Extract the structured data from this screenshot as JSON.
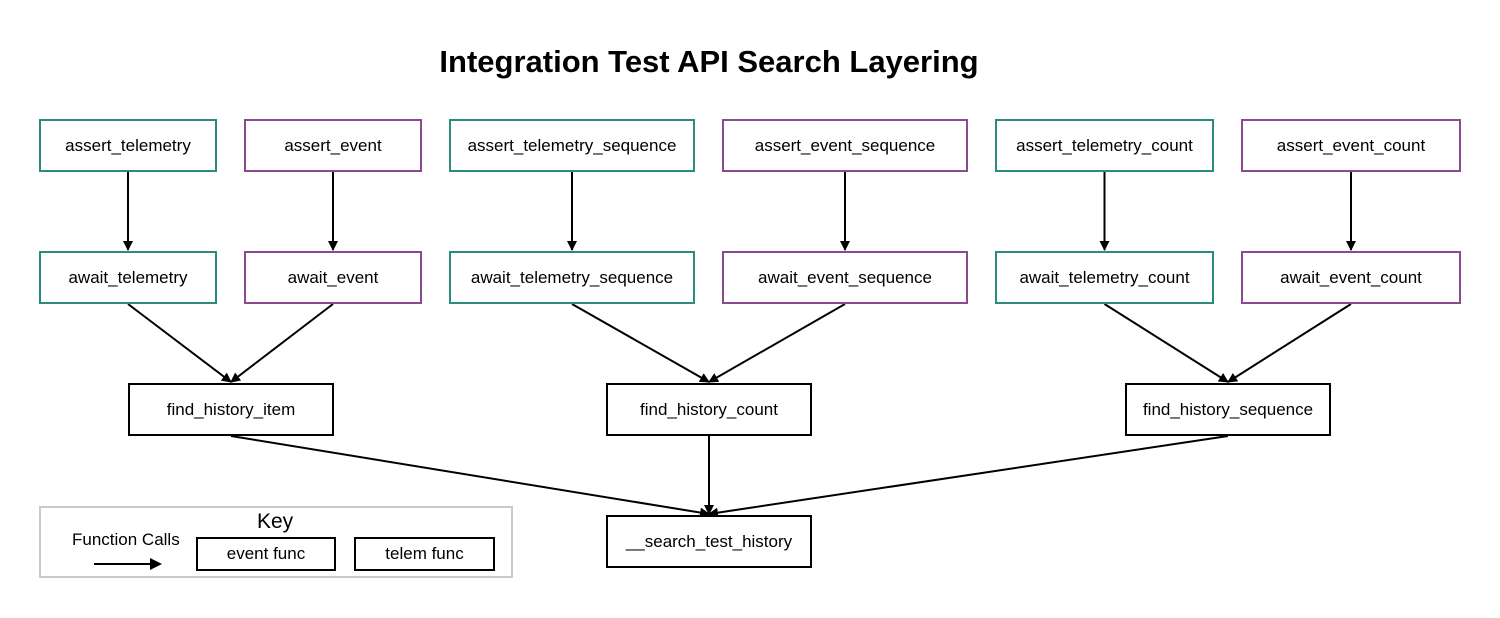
{
  "title": "Integration Test API Search Layering",
  "colors": {
    "telem": "#2a8c7a",
    "event": "#8a4a8f",
    "plain": "#000000",
    "key_border": "#c9c9c9"
  },
  "nodes": {
    "assert_telemetry": "assert_telemetry",
    "assert_event": "assert_event",
    "assert_telemetry_sequence": "assert_telemetry_sequence",
    "assert_event_sequence": "assert_event_sequence",
    "assert_telemetry_count": "assert_telemetry_count",
    "assert_event_count": "assert_event_count",
    "await_telemetry": "await_telemetry",
    "await_event": "await_event",
    "await_telemetry_sequence": "await_telemetry_sequence",
    "await_event_sequence": "await_event_sequence",
    "await_telemetry_count": "await_telemetry_count",
    "await_event_count": "await_event_count",
    "find_history_item": "find_history_item",
    "find_history_count": "find_history_count",
    "find_history_sequence": "find_history_sequence",
    "search_test_history": "__search_test_history"
  },
  "edges": [
    [
      "assert_telemetry",
      "await_telemetry"
    ],
    [
      "assert_event",
      "await_event"
    ],
    [
      "assert_telemetry_sequence",
      "await_telemetry_sequence"
    ],
    [
      "assert_event_sequence",
      "await_event_sequence"
    ],
    [
      "assert_telemetry_count",
      "await_telemetry_count"
    ],
    [
      "assert_event_count",
      "await_event_count"
    ],
    [
      "await_telemetry",
      "find_history_item"
    ],
    [
      "await_event",
      "find_history_item"
    ],
    [
      "await_telemetry_sequence",
      "find_history_count"
    ],
    [
      "await_event_sequence",
      "find_history_count"
    ],
    [
      "await_telemetry_count",
      "find_history_sequence"
    ],
    [
      "await_event_count",
      "find_history_sequence"
    ],
    [
      "find_history_item",
      "search_test_history"
    ],
    [
      "find_history_count",
      "search_test_history"
    ],
    [
      "find_history_sequence",
      "search_test_history"
    ]
  ],
  "key": {
    "title": "Key",
    "calls_label": "Function Calls",
    "event_label": "event func",
    "telem_label": "telem func"
  }
}
